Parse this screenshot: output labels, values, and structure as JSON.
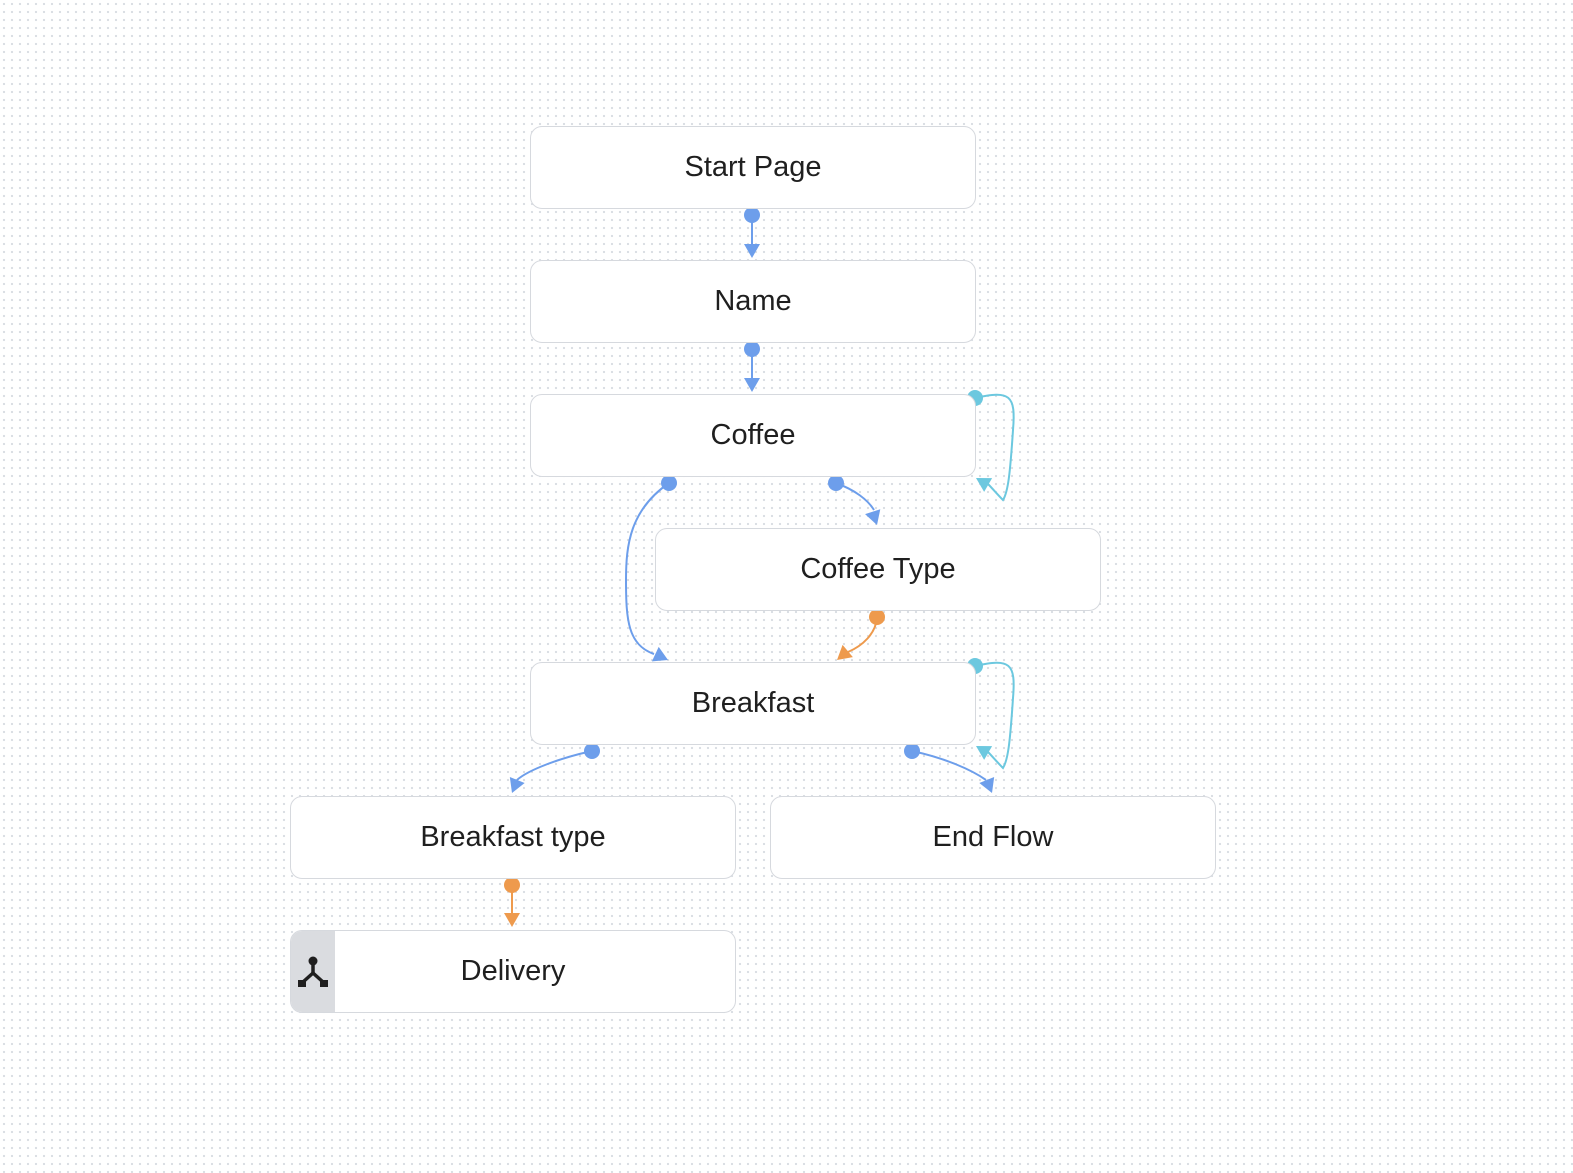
{
  "colors": {
    "flow": "#6d9eeb",
    "condition": "#ee9a4d",
    "self_loop": "#6cc8df",
    "node_border": "#d6d9de",
    "text": "#1f1f1f"
  },
  "nodes": {
    "start_page": {
      "label": "Start Page"
    },
    "name": {
      "label": "Name"
    },
    "coffee": {
      "label": "Coffee"
    },
    "coffee_type": {
      "label": "Coffee Type"
    },
    "breakfast": {
      "label": "Breakfast"
    },
    "breakfast_type": {
      "label": "Breakfast type"
    },
    "end_flow": {
      "label": "End Flow"
    },
    "delivery": {
      "label": "Delivery",
      "icon": "flow-fork-icon"
    }
  },
  "edges": [
    {
      "from": "Start Page",
      "to": "Name",
      "color": "flow"
    },
    {
      "from": "Name",
      "to": "Coffee",
      "color": "flow"
    },
    {
      "from": "Coffee",
      "to": "Coffee",
      "color": "self_loop"
    },
    {
      "from": "Coffee",
      "to": "Breakfast",
      "color": "flow"
    },
    {
      "from": "Coffee",
      "to": "Coffee Type",
      "color": "flow"
    },
    {
      "from": "Coffee Type",
      "to": "Breakfast",
      "color": "condition"
    },
    {
      "from": "Breakfast",
      "to": "Breakfast",
      "color": "self_loop"
    },
    {
      "from": "Breakfast",
      "to": "Breakfast type",
      "color": "flow"
    },
    {
      "from": "Breakfast",
      "to": "End Flow",
      "color": "flow"
    },
    {
      "from": "Breakfast type",
      "to": "Delivery",
      "color": "condition"
    }
  ]
}
